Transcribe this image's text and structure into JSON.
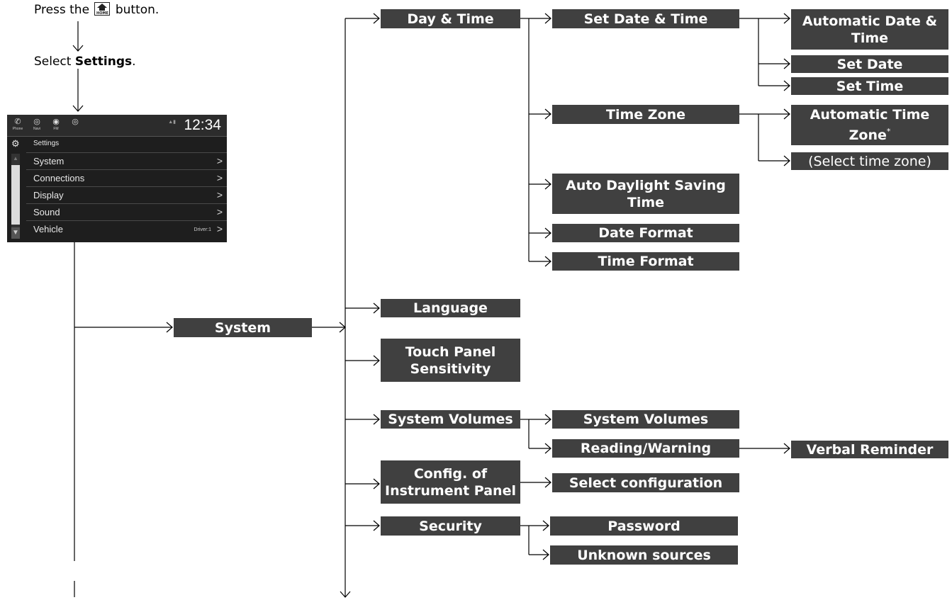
{
  "instructions": {
    "press_before": "Press the",
    "home_button_label": "HOME",
    "press_after": "button.",
    "select_before": "Select",
    "select_bold": "Settings",
    "select_after": "."
  },
  "screenshot": {
    "topbar_icons": [
      {
        "icon": "phone-icon",
        "label": "Phone"
      },
      {
        "icon": "navi-icon",
        "label": "Navi"
      },
      {
        "icon": "radio-icon",
        "label": "FM"
      },
      {
        "icon": "app-icon",
        "label": ""
      }
    ],
    "clock": "12:34",
    "header": "Settings",
    "menu_items": [
      {
        "label": "System",
        "extra": ""
      },
      {
        "label": "Connections",
        "extra": ""
      },
      {
        "label": "Display",
        "extra": ""
      },
      {
        "label": "Sound",
        "extra": ""
      },
      {
        "label": "Vehicle",
        "extra": "Driver:1"
      }
    ]
  },
  "flow": {
    "system": "System",
    "day_time": "Day & Time",
    "set_date_time": "Set Date & Time",
    "automatic_date_time": "Automatic Date & Time",
    "set_date": "Set Date",
    "set_time": "Set Time",
    "time_zone": "Time Zone",
    "automatic_time_zone": "Automatic Time Zone",
    "asterisk": "*",
    "select_time_zone": "(Select time zone)",
    "auto_daylight_saving_time": "Auto Daylight Saving Time",
    "date_format": "Date Format",
    "time_format": "Time Format",
    "language": "Language",
    "touch_panel_sensitivity": "Touch Panel Sensitivity",
    "system_volumes": "System Volumes",
    "system_volumes_sub": "System Volumes",
    "reading_warning": "Reading/Warning",
    "verbal_reminder": "Verbal Reminder",
    "config_instrument_panel": "Config. of Instrument Panel",
    "select_configuration": "Select configuration",
    "security": "Security",
    "password": "Password",
    "unknown_sources": "Unknown sources"
  },
  "colors": {
    "box_fill": "#404040",
    "box_text": "#ffffff",
    "line": "#000000"
  }
}
